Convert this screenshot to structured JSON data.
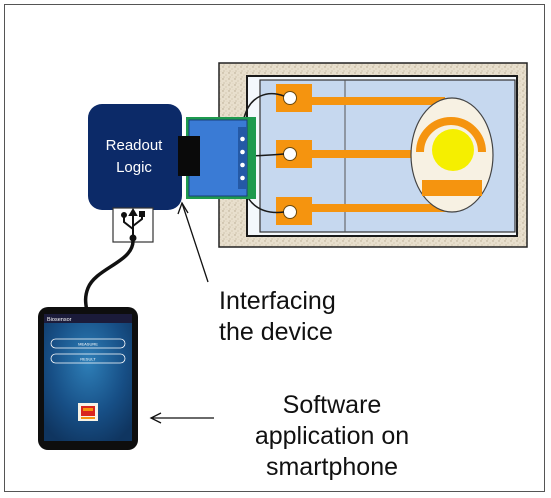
{
  "readout_box": {
    "line1": "Readout",
    "line2": "Logic",
    "fill": "#0c2a68"
  },
  "captions": {
    "interfacing": [
      "Interfacing",
      "the device"
    ],
    "software": [
      "Software",
      "application on",
      "smartphone"
    ]
  },
  "phone": {
    "app_title": "Biosensor",
    "buttons": [
      "MEASURE",
      "RESULT"
    ]
  },
  "colors": {
    "sensor_pad": "#f5940f",
    "sensor_center": "#f5ef00",
    "connector_board": "#3a7bd5",
    "chip_substrate": "#c6d8ef",
    "textured_base": "#e6dccb"
  },
  "icons": {
    "usb": "usb-icon"
  }
}
